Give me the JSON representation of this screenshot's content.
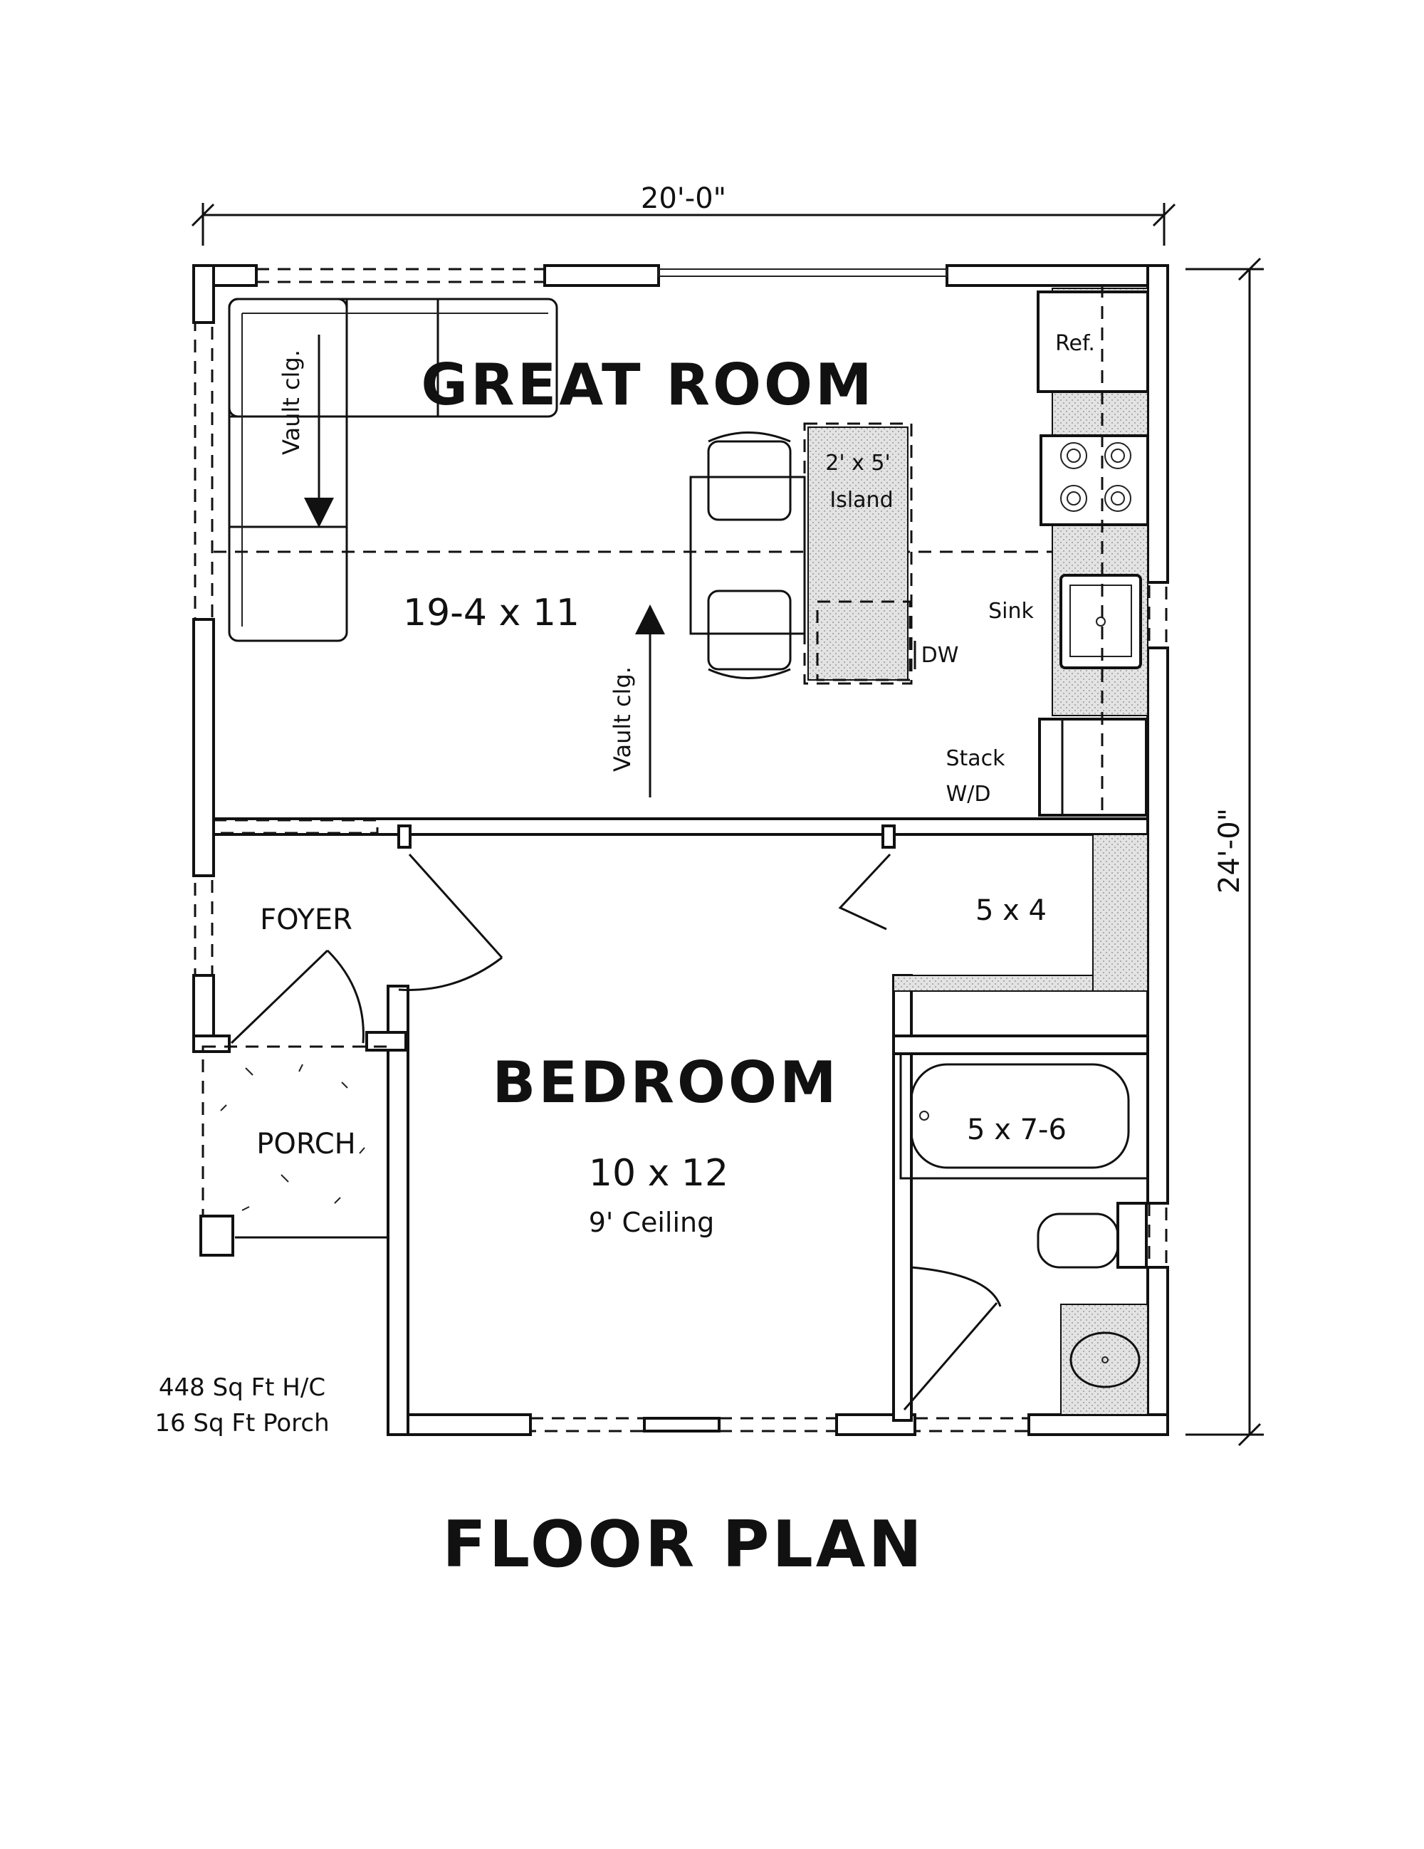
{
  "plan": {
    "title": "FLOOR PLAN",
    "dimensions": {
      "width": "20'-0\"",
      "depth": "24'-0\""
    },
    "rooms": {
      "great_room": {
        "name": "GREAT ROOM",
        "size": "19-4 x 11"
      },
      "bedroom": {
        "name": "BEDROOM",
        "size": "10 x 12",
        "ceiling": "9' Ceiling"
      },
      "foyer": {
        "name": "FOYER"
      },
      "porch": {
        "name": "PORCH"
      },
      "closet": {
        "size": "5 x 4"
      },
      "bath": {
        "size": "5 x 7-6"
      }
    },
    "notes": {
      "vault_1": "Vault clg.",
      "vault_2": "Vault clg.",
      "island_line1": "2' x 5'",
      "island_line2": "Island",
      "refrigerator": "Ref.",
      "sink": "Sink",
      "dishwasher": "DW",
      "laundry_line1": "Stack",
      "laundry_line2": "W/D"
    },
    "area": {
      "heated": "448 Sq Ft H/C",
      "porch": "16 Sq Ft Porch"
    }
  }
}
